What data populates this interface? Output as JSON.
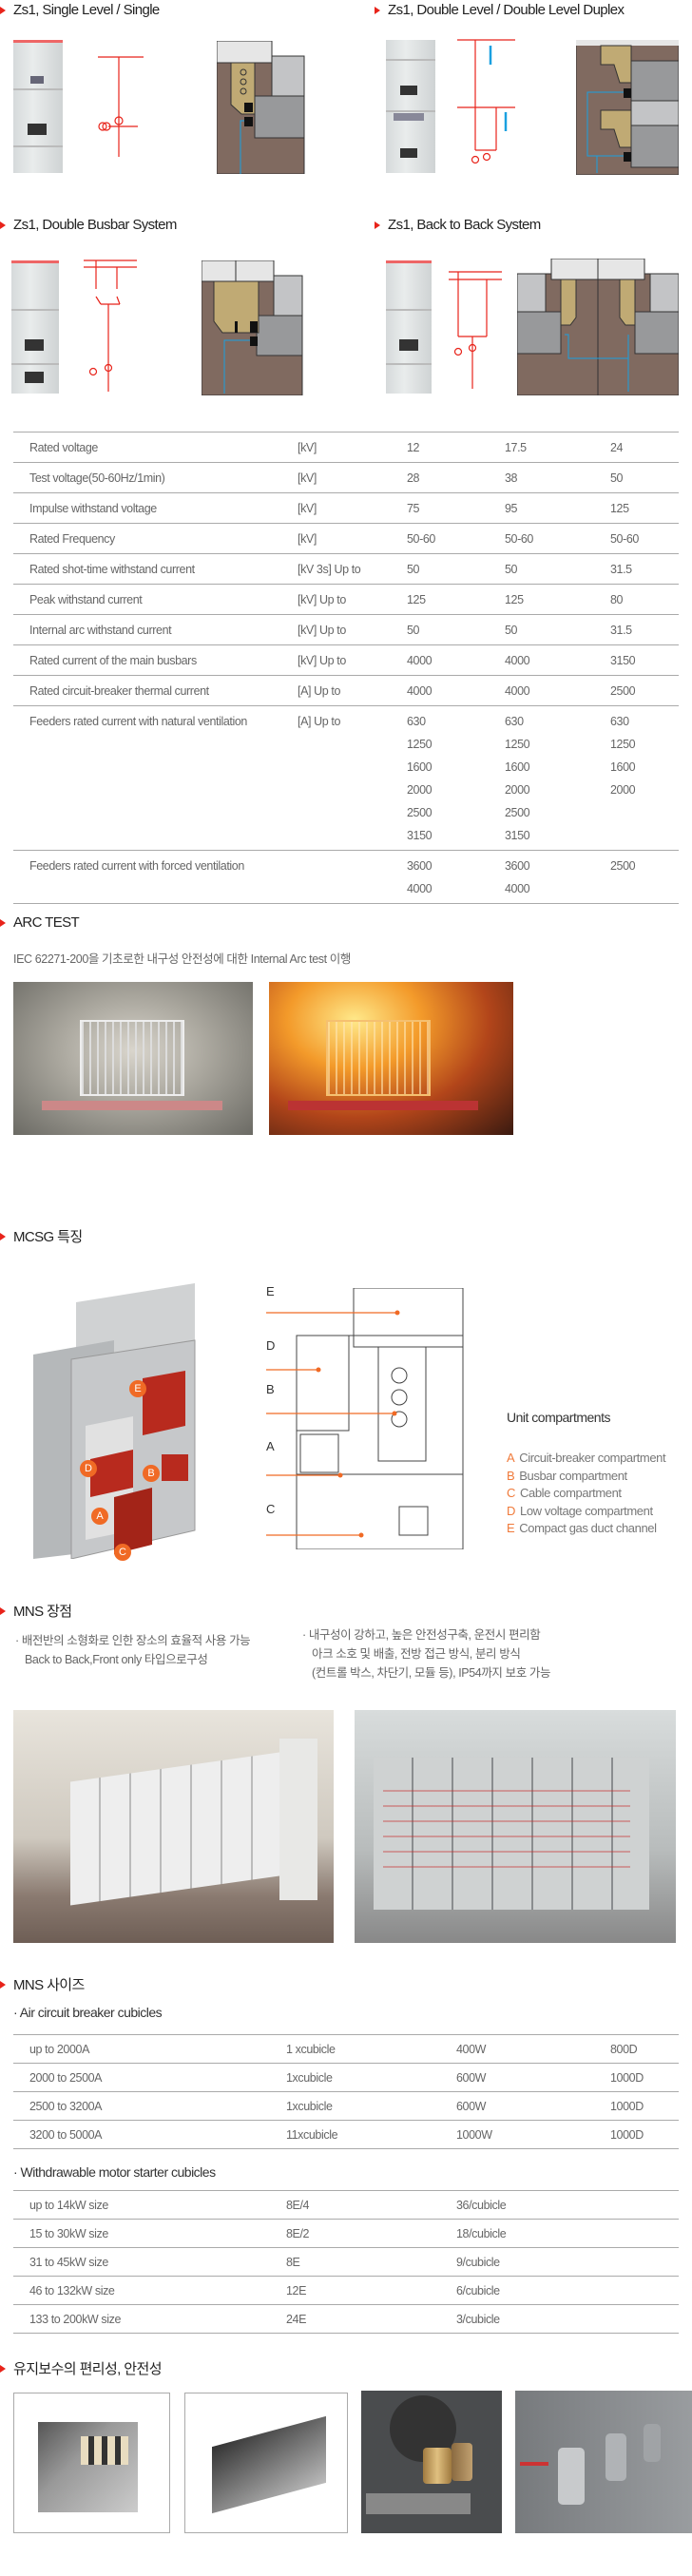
{
  "sections": {
    "single": "Zs1, Single Level / Single",
    "double_level": "Zs1, Double Level / Double Level Duplex",
    "double_busbar": "Zs1, Double Busbar System",
    "back_to_back": "Zs1, Back to Back System",
    "arc_test": "ARC TEST",
    "mcsg": "MCSG 특징",
    "mns_adv": "MNS 장점",
    "mns_size": "MNS 사이즈",
    "maintenance": "유지보수의 편리성, 안전성"
  },
  "spec_table": {
    "rows": [
      {
        "label": "Rated voltage",
        "unit": "[kV]",
        "values": [
          [
            "12"
          ],
          [
            "17.5"
          ],
          [
            "24"
          ]
        ]
      },
      {
        "label": "Test voltage(50-60Hz/1min)",
        "unit": "[kV]",
        "values": [
          [
            "28"
          ],
          [
            "38"
          ],
          [
            "50"
          ]
        ]
      },
      {
        "label": "Impulse withstand voltage",
        "unit": "[kV]",
        "values": [
          [
            "75"
          ],
          [
            "95"
          ],
          [
            "125"
          ]
        ]
      },
      {
        "label": "Rated Frequency",
        "unit": "[kV]",
        "values": [
          [
            "50-60"
          ],
          [
            "50-60"
          ],
          [
            "50-60"
          ]
        ]
      },
      {
        "label": "Rated shot-time withstand current",
        "unit": "[kV 3s] Up to",
        "values": [
          [
            "50"
          ],
          [
            "50"
          ],
          [
            "31.5"
          ]
        ]
      },
      {
        "label": "Peak withstand current",
        "unit": "[kV] Up to",
        "values": [
          [
            "125"
          ],
          [
            "125"
          ],
          [
            "80"
          ]
        ]
      },
      {
        "label": "Internal arc withstand current",
        "unit": "[kV] Up to",
        "values": [
          [
            "50"
          ],
          [
            "50"
          ],
          [
            "31.5"
          ]
        ]
      },
      {
        "label": "Rated current of the main busbars",
        "unit": "[kV] Up to",
        "values": [
          [
            "4000"
          ],
          [
            "4000"
          ],
          [
            "3150"
          ]
        ]
      },
      {
        "label": "Rated circuit-breaker thermal current",
        "unit": "[A] Up to",
        "values": [
          [
            "4000"
          ],
          [
            "4000"
          ],
          [
            "2500"
          ]
        ]
      },
      {
        "label": "Feeders rated current with natural ventilation",
        "unit": "[A] Up to",
        "values": [
          [
            "630",
            "1250",
            "1600",
            "2000",
            "2500",
            "3150"
          ],
          [
            "630",
            "1250",
            "1600",
            "2000",
            "2500",
            "3150"
          ],
          [
            "630",
            "1250",
            "1600",
            "2000"
          ]
        ]
      },
      {
        "label": "Feeders rated current with forced ventilation",
        "unit": "",
        "values": [
          [
            "3600",
            "4000"
          ],
          [
            "3600",
            "4000"
          ],
          [
            "2500"
          ]
        ]
      }
    ]
  },
  "arc_test": {
    "description": "IEC 62271-200을 기초로한 내구성 안전성에 대한 Internal Arc test 이행"
  },
  "mcsg": {
    "diagram_labels": [
      "E",
      "D",
      "B",
      "A",
      "C"
    ],
    "unit_title": "Unit compartments",
    "compartments": [
      {
        "letter": "A",
        "name": "Circuit-breaker compartment"
      },
      {
        "letter": "B",
        "name": "Busbar compartment"
      },
      {
        "letter": "C",
        "name": "Cable compartment"
      },
      {
        "letter": "D",
        "name": "Low voltage compartment"
      },
      {
        "letter": "E",
        "name": "Compact gas duct channel"
      }
    ]
  },
  "mns_adv": {
    "left": [
      "· 배전반의 소형화로 인한 장소의 효율적 사용 가능",
      "Back to Back,Front only 타입으로구성"
    ],
    "right": [
      "· 내구성이 강하고, 높은 안전성구축, 운전시 편리함",
      "아크 소호 및 배출, 전방 접근 방식, 분리 방식",
      "(컨트롤 박스, 차단기, 모듈 등), IP54까지 보호 가능"
    ]
  },
  "mns_size": {
    "air_title": "· Air circuit breaker cubicles",
    "air_rows": [
      [
        "up to 2000A",
        "1 xcubicle",
        "400W",
        "800D"
      ],
      [
        "2000 to 2500A",
        "1xcubicle",
        "600W",
        "1000D"
      ],
      [
        "2500 to 3200A",
        "1xcubicle",
        "600W",
        "1000D"
      ],
      [
        "3200 to 5000A",
        "11xcubicle",
        "1000W",
        "1000D"
      ]
    ],
    "motor_title": "· Withdrawable motor starter cubicles",
    "motor_rows": [
      [
        "up to 14kW size",
        "8E/4",
        "36/cubicle"
      ],
      [
        "15 to 30kW size",
        "8E/2",
        "18/cubicle"
      ],
      [
        "31 to 45kW size",
        "8E",
        "9/cubicle"
      ],
      [
        "46 to 132kW size",
        "12E",
        "6/cubicle"
      ],
      [
        "133 to 200kW size",
        "24E",
        "3/cubicle"
      ]
    ]
  },
  "colors": {
    "accent": "#e8231a",
    "orange": "#f07a3a",
    "schematic": "#e8231a",
    "cutaway_brown": "#806a60",
    "cutaway_tan": "#c0aa74",
    "cable_blue": "#1aa0e0"
  }
}
